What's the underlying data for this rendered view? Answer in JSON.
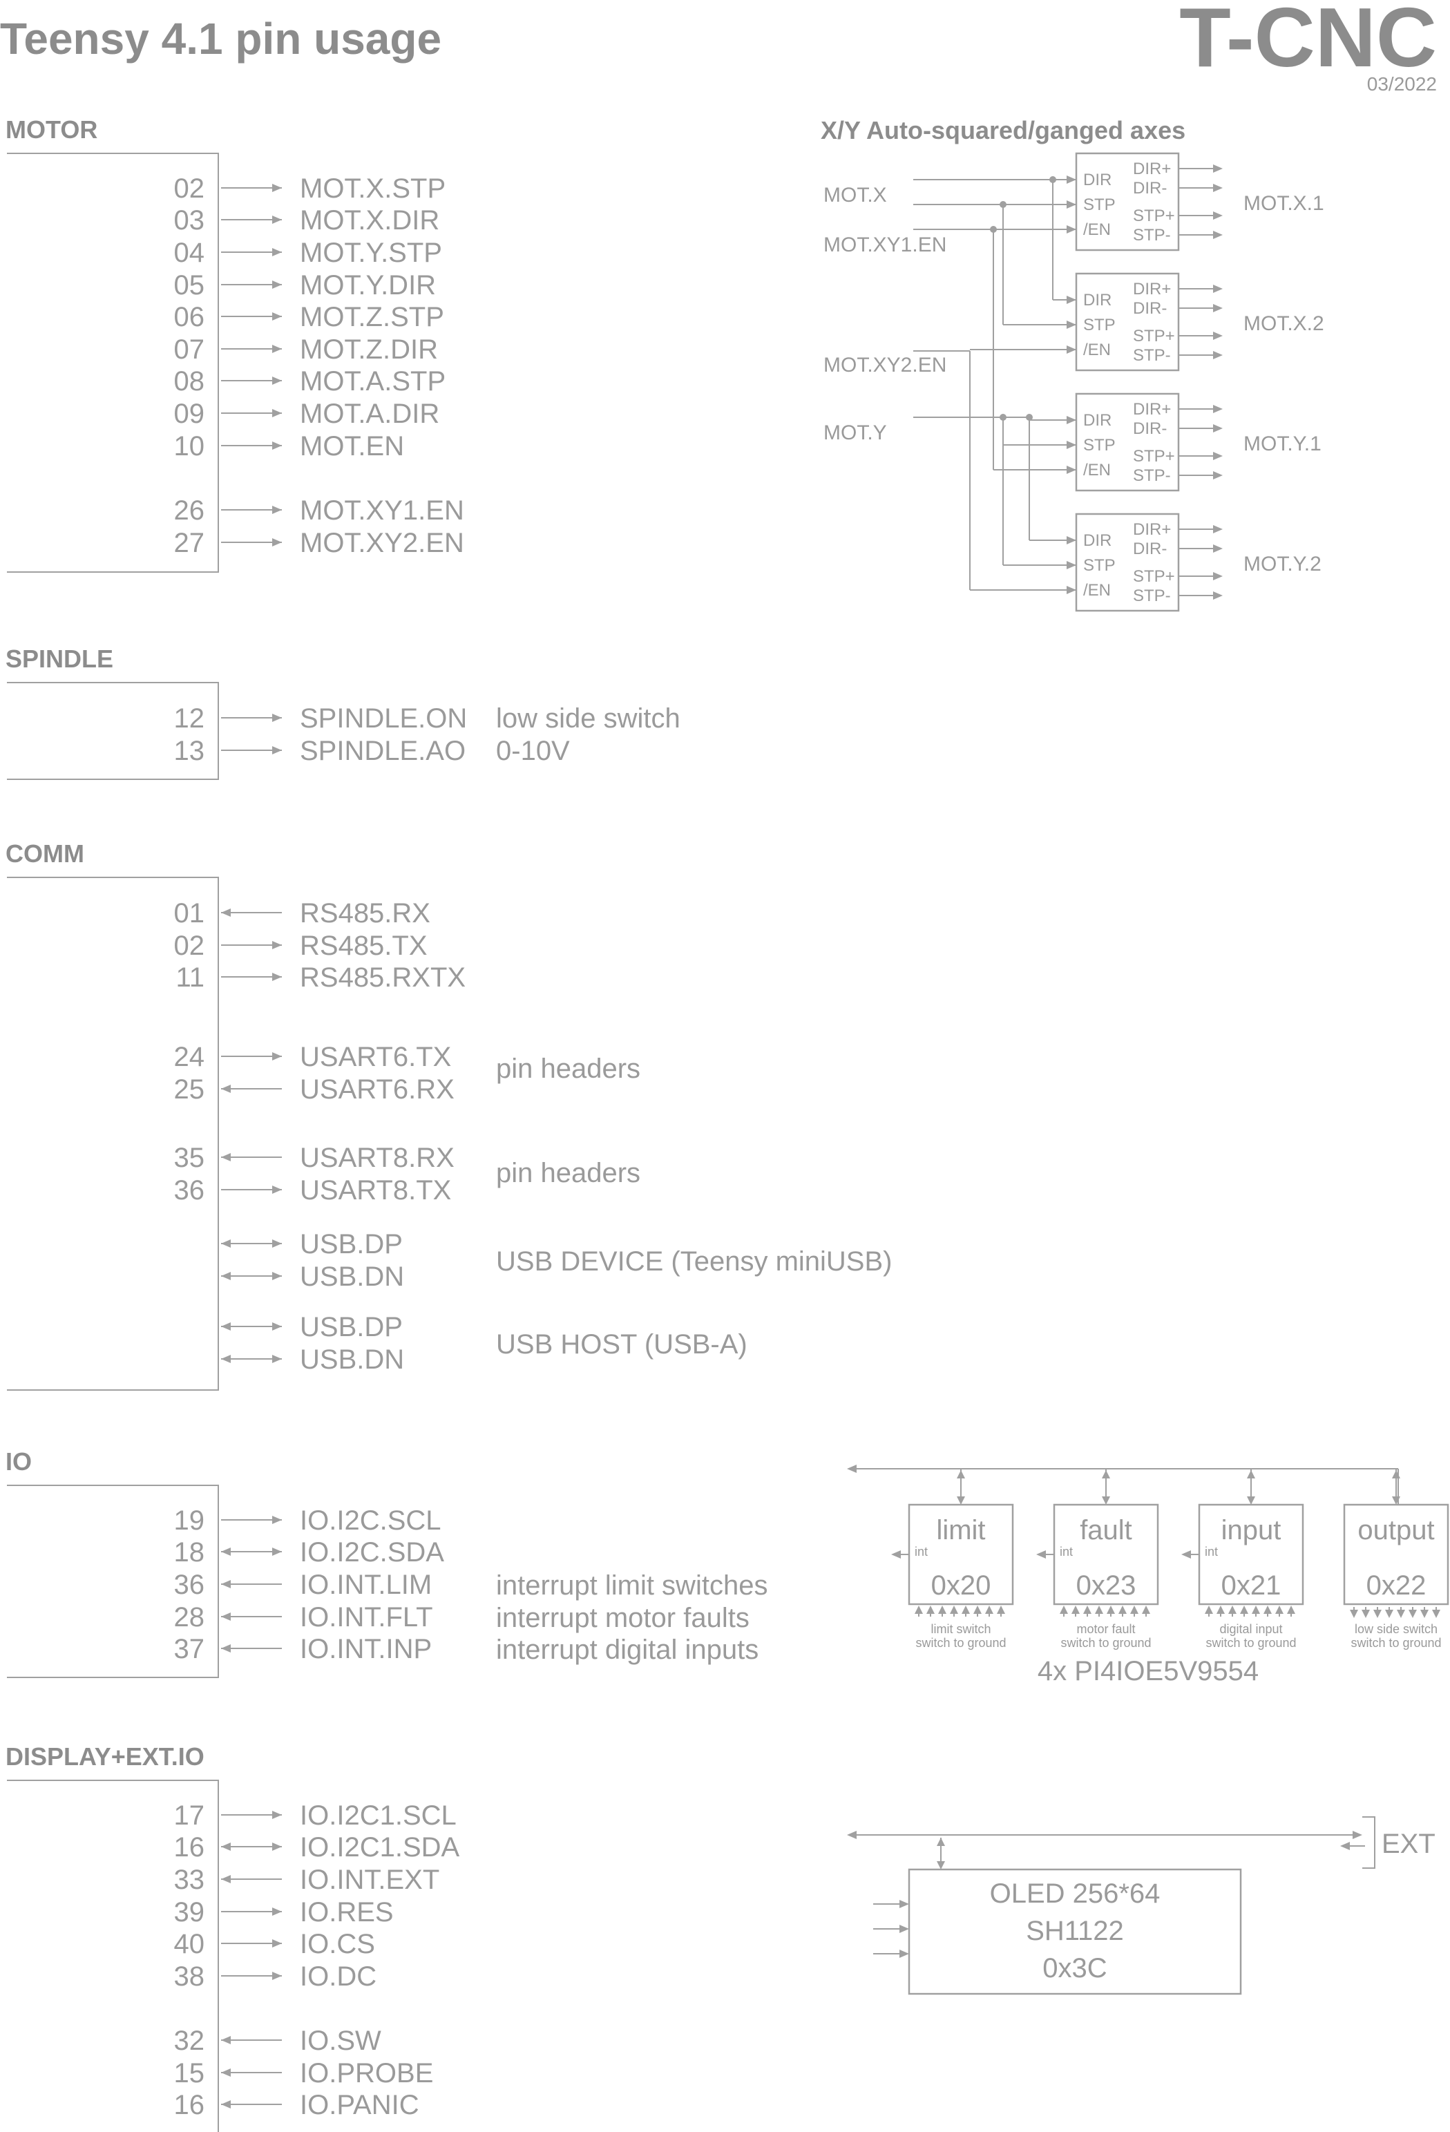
{
  "title": "Teensy 4.1 pin usage",
  "brand": "T-CNC",
  "date": "03/2022",
  "colors": {
    "ink": "#9a9a9a",
    "line": "#a0a0a0"
  },
  "sections": [
    {
      "name": "MOTOR",
      "pins": [
        {
          "pin": "02",
          "signal": "MOT.X.STP",
          "dir": "out"
        },
        {
          "pin": "03",
          "signal": "MOT.X.DIR",
          "dir": "out"
        },
        {
          "pin": "04",
          "signal": "MOT.Y.STP",
          "dir": "out"
        },
        {
          "pin": "05",
          "signal": "MOT.Y.DIR",
          "dir": "out"
        },
        {
          "pin": "06",
          "signal": "MOT.Z.STP",
          "dir": "out"
        },
        {
          "pin": "07",
          "signal": "MOT.Z.DIR",
          "dir": "out"
        },
        {
          "pin": "08",
          "signal": "MOT.A.STP",
          "dir": "out"
        },
        {
          "pin": "09",
          "signal": "MOT.A.DIR",
          "dir": "out"
        },
        {
          "pin": "10",
          "signal": "MOT.EN",
          "dir": "out"
        },
        {
          "pin": "26",
          "signal": "MOT.XY1.EN",
          "dir": "out"
        },
        {
          "pin": "27",
          "signal": "MOT.XY2.EN",
          "dir": "out"
        }
      ],
      "notes": []
    },
    {
      "name": "SPINDLE",
      "pins": [
        {
          "pin": "12",
          "signal": "SPINDLE.ON",
          "dir": "out"
        },
        {
          "pin": "13",
          "signal": "SPINDLE.AO",
          "dir": "out"
        }
      ],
      "notes": [
        "low side switch",
        "0-10V"
      ]
    },
    {
      "name": "COMM",
      "pins": [
        {
          "pin": "01",
          "signal": "RS485.RX",
          "dir": "in"
        },
        {
          "pin": "02",
          "signal": "RS485.TX",
          "dir": "out"
        },
        {
          "pin": "11",
          "signal": "RS485.RXTX",
          "dir": "out"
        },
        {
          "pin": "24",
          "signal": "USART6.TX",
          "dir": "out"
        },
        {
          "pin": "25",
          "signal": "USART6.RX",
          "dir": "in"
        },
        {
          "pin": "35",
          "signal": "USART8.RX",
          "dir": "in"
        },
        {
          "pin": "36",
          "signal": "USART8.TX",
          "dir": "out"
        },
        {
          "pin": "",
          "signal": "USB.DP",
          "dir": "bi"
        },
        {
          "pin": "",
          "signal": "USB.DN",
          "dir": "bi"
        },
        {
          "pin": "",
          "signal": "USB.DP",
          "dir": "bi"
        },
        {
          "pin": "",
          "signal": "USB.DN",
          "dir": "bi"
        }
      ],
      "notes": [
        "pin headers",
        "pin headers",
        "USB DEVICE (Teensy miniUSB)",
        "USB HOST (USB-A)"
      ]
    },
    {
      "name": "IO",
      "pins": [
        {
          "pin": "19",
          "signal": "IO.I2C.SCL",
          "dir": "out"
        },
        {
          "pin": "18",
          "signal": "IO.I2C.SDA",
          "dir": "bi"
        },
        {
          "pin": "36",
          "signal": "IO.INT.LIM",
          "dir": "in"
        },
        {
          "pin": "28",
          "signal": "IO.INT.FLT",
          "dir": "in"
        },
        {
          "pin": "37",
          "signal": "IO.INT.INP",
          "dir": "in"
        }
      ],
      "notes": [
        "interrupt limit switches",
        "interrupt motor faults",
        "interrupt digital inputs"
      ]
    },
    {
      "name": "DISPLAY+EXT.IO",
      "pins": [
        {
          "pin": "17",
          "signal": "IO.I2C1.SCL",
          "dir": "out"
        },
        {
          "pin": "16",
          "signal": "IO.I2C1.SDA",
          "dir": "bi"
        },
        {
          "pin": "33",
          "signal": "IO.INT.EXT",
          "dir": "in"
        },
        {
          "pin": "39",
          "signal": "IO.RES",
          "dir": "out"
        },
        {
          "pin": "40",
          "signal": "IO.CS",
          "dir": "out"
        },
        {
          "pin": "38",
          "signal": "IO.DC",
          "dir": "out"
        },
        {
          "pin": "32",
          "signal": "IO.SW",
          "dir": "in"
        },
        {
          "pin": "15",
          "signal": "IO.PROBE",
          "dir": "in"
        },
        {
          "pin": "16",
          "signal": "IO.PANIC",
          "dir": "in"
        }
      ],
      "notes": []
    }
  ],
  "xy": {
    "title": "X/Y Auto-squared/ganged axes",
    "inputs": [
      "MOT.X",
      "MOT.XY1.EN",
      "MOT.XY2.EN",
      "MOT.Y"
    ],
    "driver_left": [
      "DIR",
      "STP",
      "/EN"
    ],
    "driver_right": [
      "DIR+",
      "DIR-",
      "STP+",
      "STP-"
    ],
    "outputs": [
      "MOT.X.1",
      "MOT.X.2",
      "MOT.Y.1",
      "MOT.Y.2"
    ]
  },
  "io_expanders": {
    "chips": [
      {
        "name": "limit",
        "addr": "0x20",
        "desc1": "limit switch",
        "desc2": "switch to ground",
        "int_label": "int"
      },
      {
        "name": "fault",
        "addr": "0x23",
        "desc1": "motor fault",
        "desc2": "switch to ground",
        "int_label": "int"
      },
      {
        "name": "input",
        "addr": "0x21",
        "desc1": "digital input",
        "desc2": "switch to ground",
        "int_label": "int"
      },
      {
        "name": "output",
        "addr": "0x22",
        "desc1": "low side switch",
        "desc2": "switch to ground",
        "int_label": ""
      }
    ],
    "caption": "4x PI4IOE5V9554"
  },
  "oled": {
    "line1": "OLED 256*64",
    "line2": "SH1122",
    "line3": "0x3C",
    "ext_label": "EXT"
  }
}
